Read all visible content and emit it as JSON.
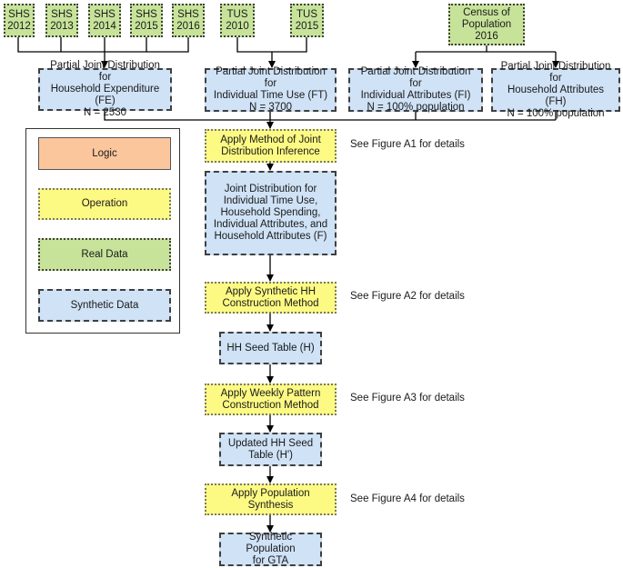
{
  "sources": {
    "shs": [
      "SHS\n2012",
      "SHS\n2013",
      "SHS\n2014",
      "SHS\n2015",
      "SHS\n2016"
    ],
    "tus": [
      "TUS\n2010",
      "TUS\n2015"
    ],
    "census": "Census of\nPopulation\n2016"
  },
  "partials": {
    "expenditure": "Partial Joint Distribution for\nHousehold Expenditure (FE)\nN = 2530",
    "time_use": "Partial Joint Distribution for\nIndividual Time Use (FT)\nN = 3700",
    "individual": "Partial Joint Distribution for\nIndividual Attributes (FI)\nN = 100% population",
    "household": "Partial Joint Distribution for\nHousehold Attributes (FH)\nN = 100% population"
  },
  "flow": {
    "inference": "Apply Method of Joint\nDistribution Inference",
    "joint": "Joint Distribution for\nIndividual Time Use,\nHousehold Spending,\nIndividual Attributes, and\nHousehold Attributes (F)",
    "hh_construction": "Apply Synthetic HH\nConstruction Method",
    "seed": "HH Seed Table (H)",
    "weekly": "Apply Weekly Pattern\nConstruction Method",
    "updated_seed": "Updated HH Seed\nTable (H')",
    "pop_synth": "Apply Population Synthesis",
    "output": "Synthetic Population\nfor GTA"
  },
  "notes": {
    "a1": "See Figure A1 for details",
    "a2": "See Figure A2 for details",
    "a3": "See Figure A3 for details",
    "a4": "See Figure A4 for details"
  },
  "legend": {
    "logic": "Logic",
    "operation": "Operation",
    "real": "Real Data",
    "synthetic": "Synthetic Data"
  },
  "colors": {
    "real": "#c7e39a",
    "synthetic": "#cfe2f6",
    "operation": "#fdfa83",
    "logic": "#fcc69d"
  }
}
